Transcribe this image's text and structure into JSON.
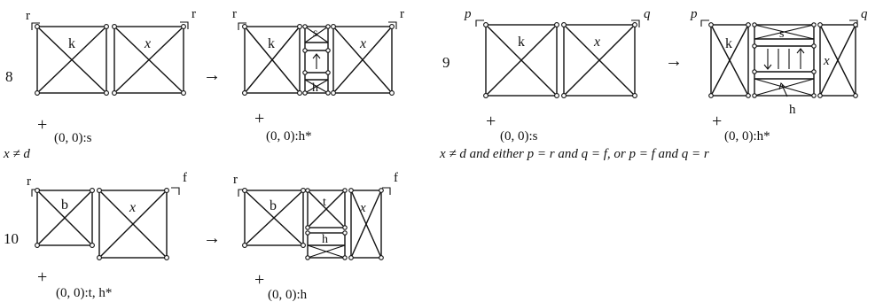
{
  "rule8": {
    "number": "8",
    "arrow": "→",
    "corner_left": "r",
    "corner_right": "r",
    "before_left_label": "k",
    "before_right_label": "x",
    "after_left_label": "k",
    "after_top_small": "s",
    "after_bottom_small": "h",
    "after_right_label": "x",
    "origin_before": "(0, 0):s",
    "origin_after": "(0, 0):h*",
    "condition": "x ≠ d"
  },
  "rule9": {
    "number": "9",
    "arrow": "→",
    "corner_left": "p",
    "corner_right": "q",
    "before_left_label": "k",
    "before_right_label": "x",
    "after_left_label": "k",
    "after_top_small": "s",
    "after_bottom_small": "h",
    "after_right_label": "x",
    "origin_before": "(0, 0):s",
    "origin_after": "(0, 0):h*",
    "condition": "x ≠ d and either p = r and q = f, or p = f and q = r"
  },
  "rule10": {
    "number": "10",
    "arrow": "→",
    "corner_left": "r",
    "corner_right": "f",
    "before_left_label": "b",
    "before_right_label": "x",
    "after_left_label": "b",
    "after_top_small": "t",
    "after_bottom_small": "h",
    "after_right_label": "x",
    "origin_before": "(0, 0):t, h*",
    "origin_after": "(0, 0):h"
  }
}
